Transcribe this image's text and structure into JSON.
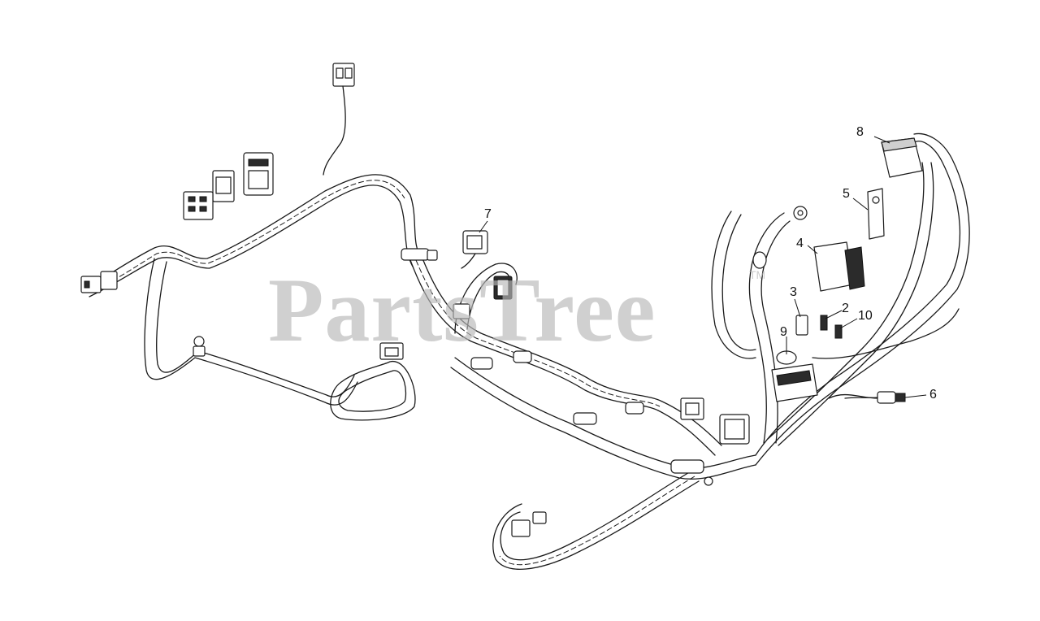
{
  "watermark": {
    "text": "PartsTree",
    "trademark": "TM"
  },
  "callouts": [
    {
      "id": "1",
      "label": "2"
    },
    {
      "id": "2",
      "label": "3"
    },
    {
      "id": "3",
      "label": "4"
    },
    {
      "id": "4",
      "label": "5"
    },
    {
      "id": "5",
      "label": "6"
    },
    {
      "id": "6",
      "label": "7"
    },
    {
      "id": "7",
      "label": "8"
    },
    {
      "id": "8",
      "label": "9"
    },
    {
      "id": "9",
      "label": "10"
    }
  ],
  "colors": {
    "line": "#1a1a1a",
    "watermark": "#b8b8b8",
    "background": "#ffffff"
  }
}
